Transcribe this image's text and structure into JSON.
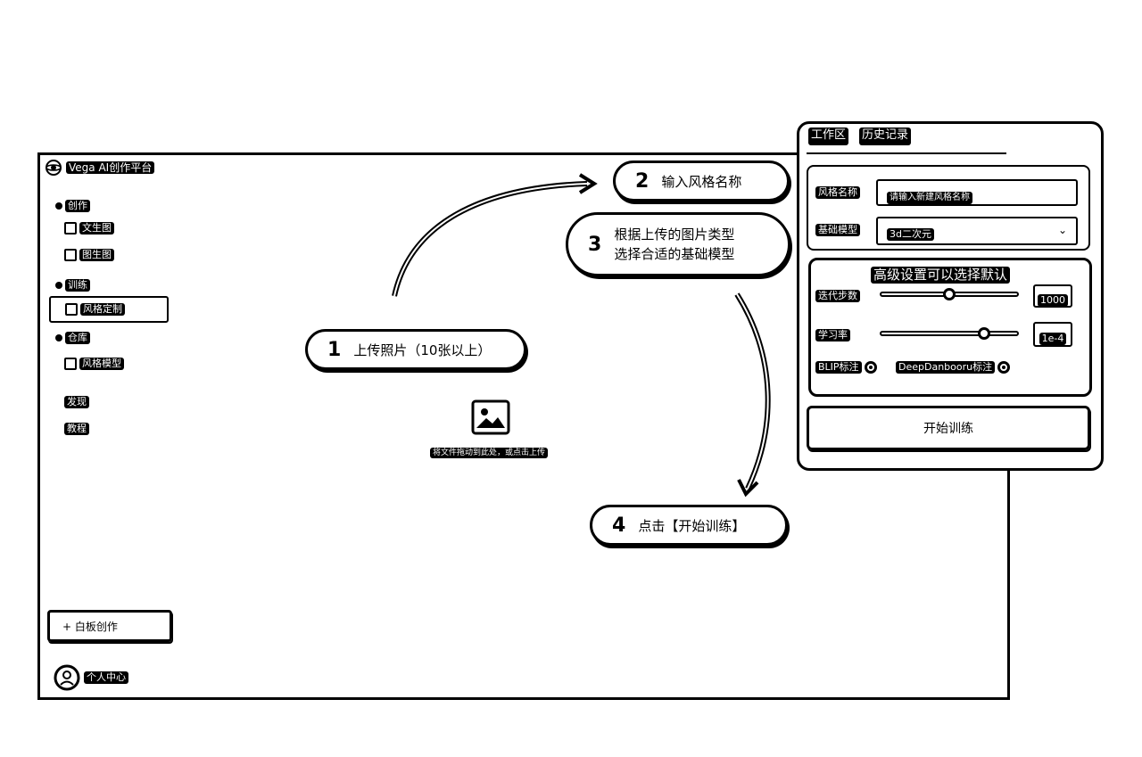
{
  "app": {
    "title": "Vega AI创作平台"
  },
  "sidebar": {
    "sections": [
      {
        "label": "创作",
        "items": [
          {
            "label": "文生图",
            "icon": "text-image-icon"
          },
          {
            "label": "图生图",
            "icon": "image-icon"
          }
        ]
      },
      {
        "label": "训练",
        "items": [
          {
            "label": "风格定制",
            "icon": "style-custom-icon"
          }
        ]
      },
      {
        "label": "仓库",
        "items": [
          {
            "label": "风格模型",
            "icon": "model-icon"
          }
        ]
      }
    ],
    "extra": [
      "发现",
      "教程"
    ],
    "whiteboard_button": "+ 白板创作",
    "user_center": "个人中心"
  },
  "upload": {
    "hint": "将文件拖动到此处，或点击上传"
  },
  "callouts": [
    {
      "num": "1",
      "text": "上传照片（10张以上）"
    },
    {
      "num": "2",
      "text": "输入风格名称"
    },
    {
      "num": "3",
      "text": "根据上传的图片类型",
      "text2": "选择合适的基础模型"
    },
    {
      "num": "4",
      "text": "点击【开始训练】"
    }
  ],
  "panel": {
    "tabs": [
      "工作区",
      "历史记录"
    ],
    "style_name_label": "风格名称",
    "style_name_placeholder": "请输入新建风格名称",
    "base_model_label": "基础模型",
    "base_model_value": "3d二次元",
    "advanced_note": "高级设置可以选择默认",
    "iter_steps_label": "迭代步数",
    "iter_steps_value": "1000",
    "iter_steps_fraction": 0.5,
    "lr_label": "学习率",
    "lr_value": "1e-4",
    "lr_fraction": 0.75,
    "blip_label": "BLIP标注",
    "deepdanbooru_label": "DeepDanbooru标注",
    "start_button": "开始训练"
  }
}
